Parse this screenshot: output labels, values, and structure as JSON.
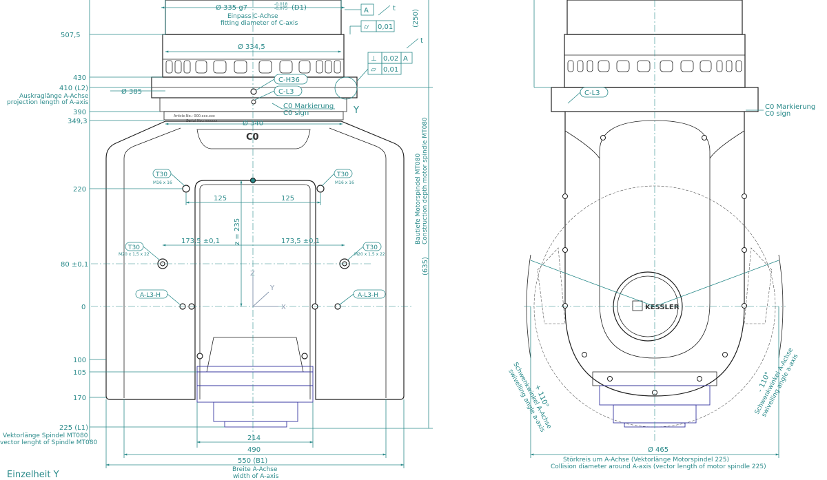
{
  "left_view": {
    "top_dims": {
      "d335": "Ø 335 g7",
      "d335_tol_up": "-0,018",
      "d335_tol_lo": "-0,075",
      "d335_ref": "(D1)",
      "d335_de": "Einpass C-Achse",
      "d335_en": "fitting diameter of C-axis",
      "d334": "Ø 334,5",
      "d385": "Ø 385",
      "d340": "Ø 340"
    },
    "tolerances": {
      "datum_a": "A",
      "t": "t",
      "flatness": "0,01",
      "perp_val": "0,02",
      "perp_ref": "A",
      "flat2": "0,01"
    },
    "left_dims": {
      "d507": "507,5",
      "d430": "430",
      "d410": "410 (L2)",
      "proj_de": "Auskraglänge A-Achse",
      "proj_en": "projection length of A-axis",
      "d390": "390",
      "d349": "349,3",
      "d220": "220",
      "d80": "80 ±0,1",
      "d0": "0",
      "d100": "100",
      "d105": "105",
      "d170": "170",
      "d225": "225 (L1)",
      "vec_de": "Vektorlänge Spindel MT080",
      "vec_en": "vector lenght of Spindle MT080"
    },
    "callouts": {
      "ch36": "C-H36",
      "cl3": "C-L3",
      "c0_de": "C0 Markierung",
      "c0_en": "C0 sign",
      "c0": "C0",
      "y": "Y",
      "article": "Article-No.: 000.xxx.xxx",
      "serial": "Serial-No.: xxxxxx",
      "t30": "T30",
      "m16": "M16 x 16",
      "m20": "M20 x 1,5 x 22",
      "al3h": "A-L3-H"
    },
    "inner_dims": {
      "d125": "125",
      "d173": "173,5 ±0,1",
      "z235": "z = 235"
    },
    "axes": {
      "x": "X",
      "y": "Y",
      "z": "Z"
    },
    "right_dims": {
      "d250": "(250)",
      "d635": "(635)",
      "depth_de": "Bautiefe Motorspindel MT080",
      "depth_en": "Construction depth motor spindle MT080"
    },
    "bottom_dims": {
      "d214": "214",
      "d490": "490",
      "d550": "550 (B1)",
      "width_de": "Breite A-Achse",
      "width_en": "width of A-axis"
    },
    "detail_title": "Einzelheit Y"
  },
  "right_view": {
    "cl3": "C-L3",
    "c0_de": "C0 Markierung",
    "c0_en": "C0 sign",
    "brand": "KESSLER",
    "pos110": "+ 110°",
    "neg110": "- 110°",
    "swivel_de": "Schwenkwinkel A-Achse",
    "swivel_en": "swivelling angle a-axis",
    "d465": "Ø 465",
    "coll_de": "Störkreis um A-Achse (Vektorlänge Motorspindel 225)",
    "coll_en": "Collision diameter around A-axis (vector length of motor spindle 225)"
  }
}
